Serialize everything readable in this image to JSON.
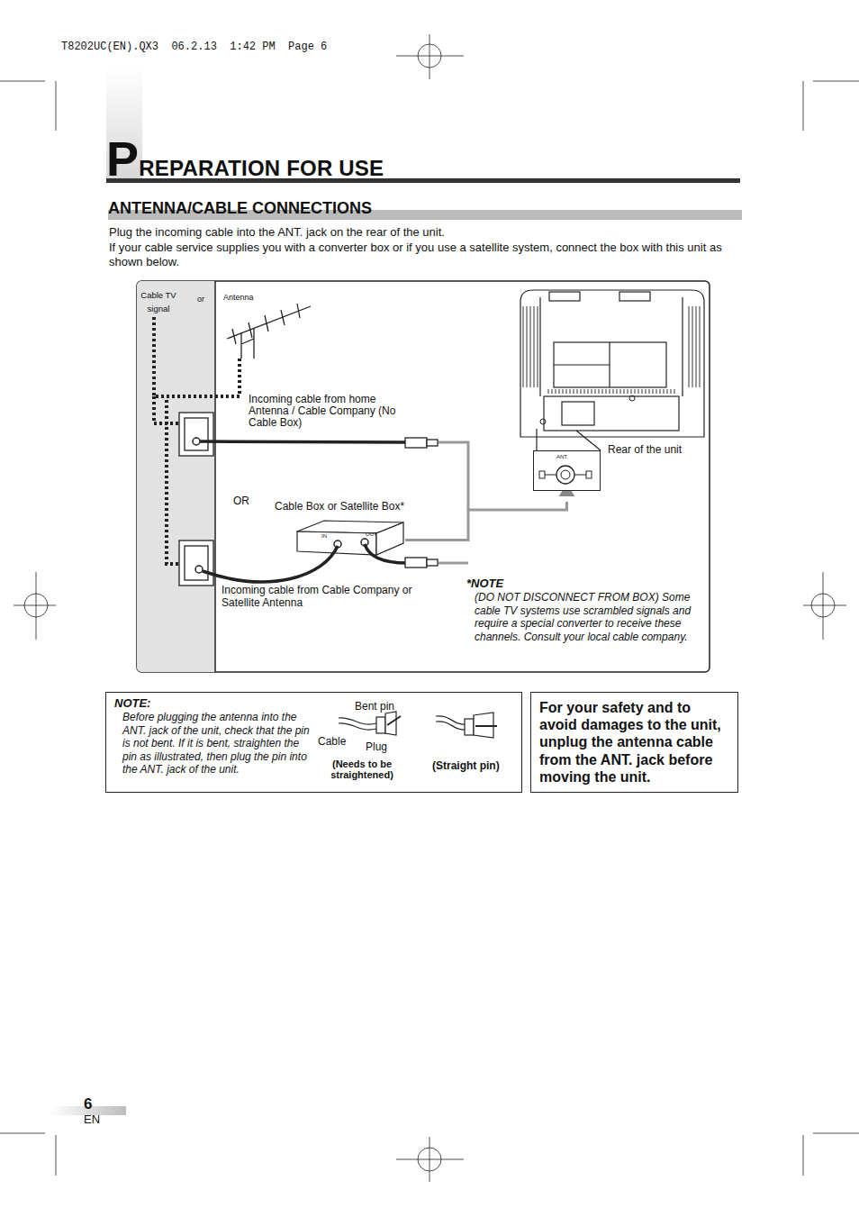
{
  "diagram": {
    "title": "PREPARATION FOR USE",
    "nodes": [
      {
        "text": [
          "Cable Box or Satellite Box*",
          "IN",
          "OUT"
        ]
      },
      {
        "text": [
          "ANT."
        ]
      },
      {
        "text": [
          "NOTE:",
          "Before plugging the antenna into the ANT. jack of the unit, check that the pin is not bent. If it is bent, straighten the pin as illustrated, then plug the pin into the ANT. jack of the unit."
        ]
      },
      {
        "text": [
          "For your safety and to avoid damages to the unit, unplug the antenna cable from the ANT. jack before moving the unit."
        ]
      }
    ],
    "edges": [
      {
        "from": 0,
        "to": 1,
        "arrow": "to"
      }
    ],
    "labels": [
      "T8202UC(EN).QX3  06.2.13  1:42 PM  Page 6",
      "ANTENNA/CABLE CONNECTIONS",
      "Plug the incoming cable into the ANT. jack on the rear of the unit.",
      "If your cable service supplies you with a converter box or if you use a satellite system, connect the box with this unit as shown below.",
      "Cable TV signal",
      "or",
      "Antenna",
      "Incoming cable from home Antenna / Cable Company (No Cable Box)",
      "OR",
      "Incoming cable from Cable Company or Satellite Antenna",
      "Rear of the unit",
      "*NOTE",
      "(DO NOT DISCONNECT FROM BOX) Some cable TV systems use scrambled signals and require a special converter to receive these channels. Consult your local cable company.",
      "Bent pin",
      "Cable",
      "Plug",
      "(Needs to be straightened)",
      "(Straight pin)",
      "6",
      "EN"
    ]
  }
}
